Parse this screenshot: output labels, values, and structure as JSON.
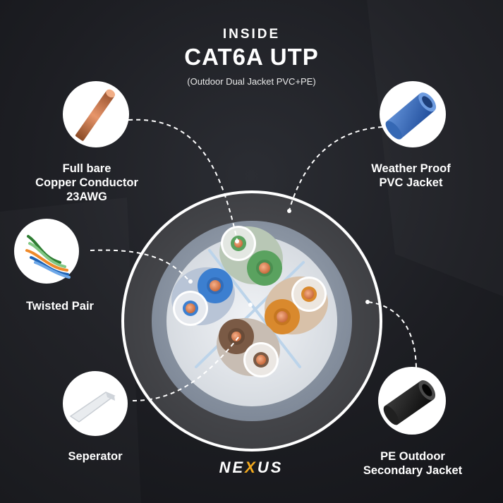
{
  "header": {
    "supertitle": "INSIDE",
    "title": "CAT6A UTP",
    "subtitle": "(Outdoor Dual Jacket PVC+PE)"
  },
  "components": {
    "copper": {
      "lines": [
        "Full bare",
        "Copper Conductor",
        "23AWG"
      ],
      "icon": "copper-wire-icon"
    },
    "twisted_pair": {
      "label": "Twisted Pair",
      "icon": "twisted-pair-icon"
    },
    "separator": {
      "label": "Seperator",
      "icon": "separator-icon"
    },
    "pvc_jacket": {
      "lines": [
        "Weather Proof",
        "PVC Jacket"
      ],
      "icon": "blue-pvc-tube-icon"
    },
    "pe_jacket": {
      "lines": [
        "PE Outdoor",
        "Secondary Jacket"
      ],
      "icon": "black-pe-tube-icon"
    }
  },
  "pairs": [
    {
      "name": "green",
      "color": "#5aa25f"
    },
    {
      "name": "blue",
      "color": "#3c7fd0"
    },
    {
      "name": "orange",
      "color": "#d9892d"
    },
    {
      "name": "brown",
      "color": "#7a5a45"
    }
  ],
  "colors": {
    "background": "#1c1d22",
    "pe_jacket": "#4a4b4f",
    "pvc_jacket": "#8e98a6",
    "core": "#e8ecf0",
    "copper": "#e08b5f",
    "brand_accent": "#f2a91e"
  },
  "brand": {
    "left": "NE",
    "accent": "X",
    "right": "US"
  }
}
